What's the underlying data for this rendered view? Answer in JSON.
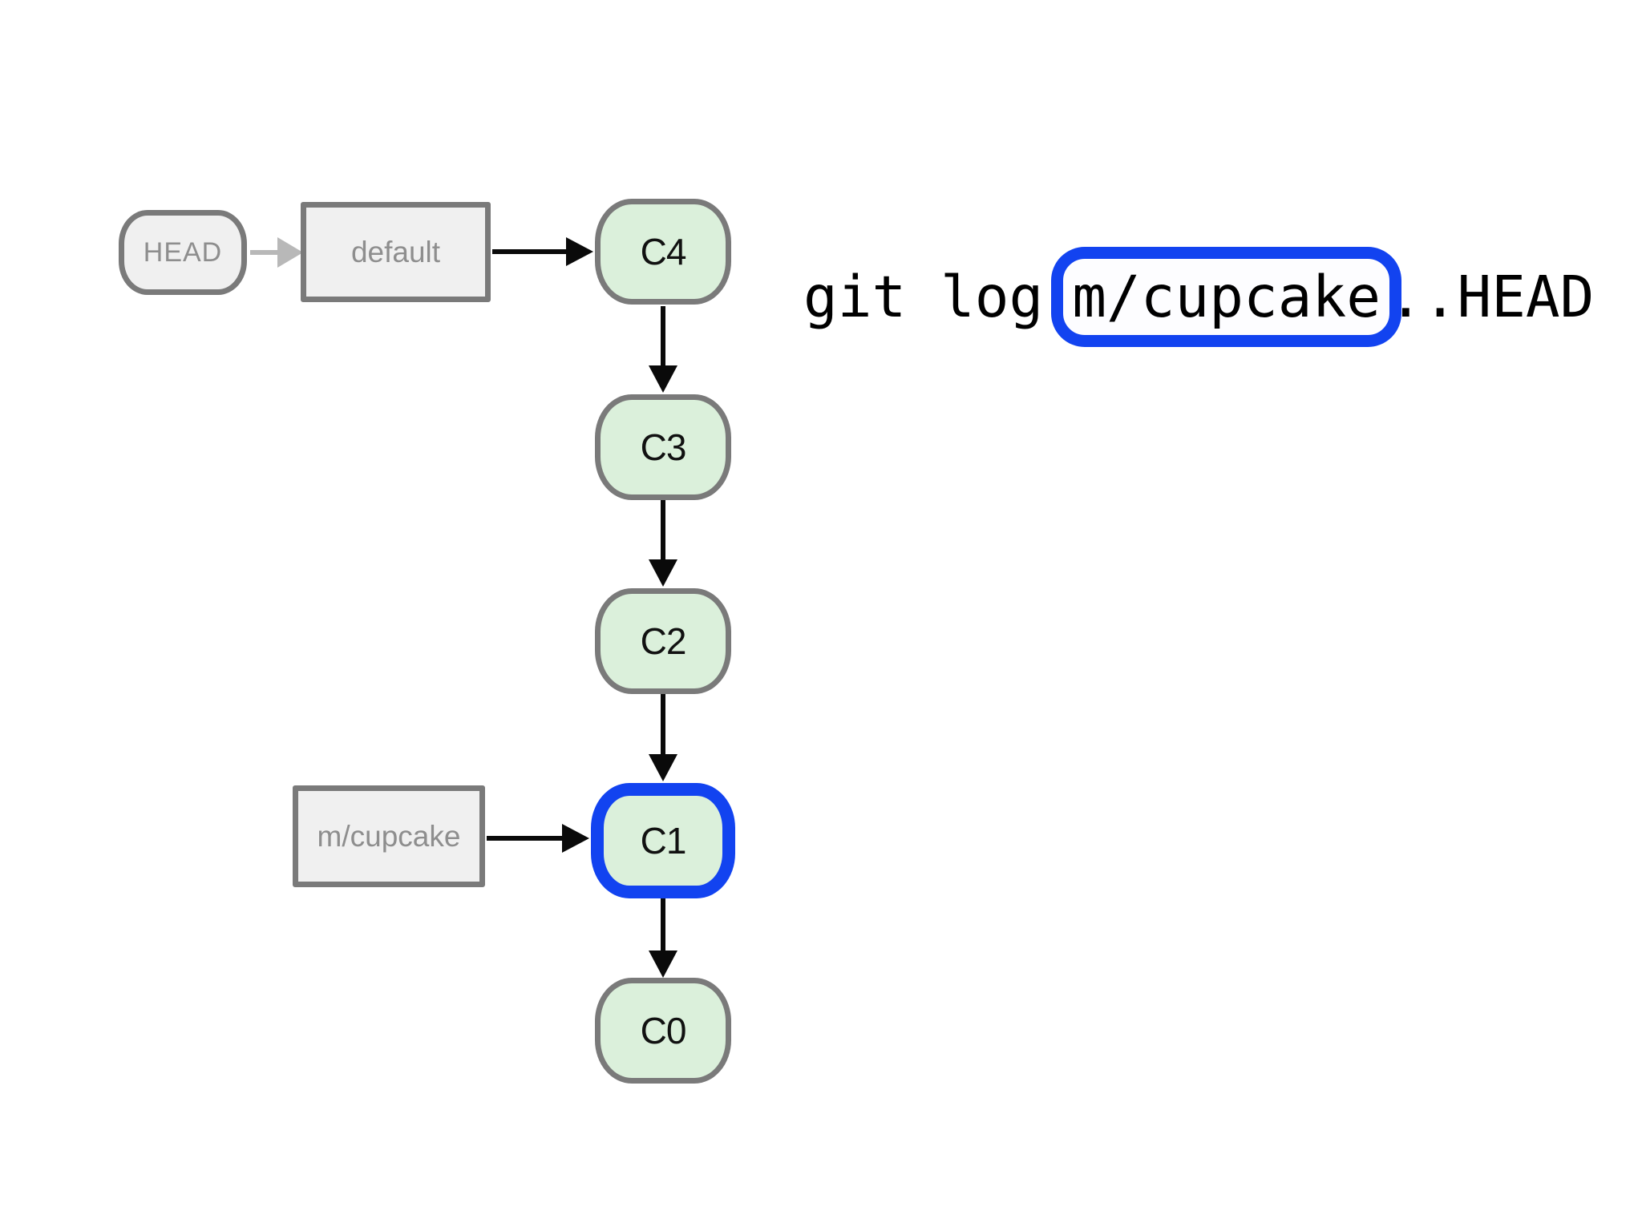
{
  "slide_type": "git-commit-graph",
  "colors": {
    "commit_fill": "#dbf0db",
    "commit_border": "#7a7a7a",
    "ref_fill": "#f0f0f0",
    "ref_border": "#7a7a7a",
    "ref_text": "#8e8e8e",
    "highlight_blue": "#1243f0",
    "arrow_black": "#0a0a0a",
    "arrow_grey": "#b8b8b8"
  },
  "graph": {
    "commits": [
      {
        "id": "C4",
        "label": "C4",
        "highlighted": false
      },
      {
        "id": "C3",
        "label": "C3",
        "highlighted": false
      },
      {
        "id": "C2",
        "label": "C2",
        "highlighted": false
      },
      {
        "id": "C1",
        "label": "C1",
        "highlighted": true
      },
      {
        "id": "C0",
        "label": "C0",
        "highlighted": false
      }
    ],
    "edges": [
      "C4->C3",
      "C3->C2",
      "C2->C1",
      "C1->C0"
    ],
    "refs": [
      {
        "id": "head",
        "label": "HEAD",
        "shape": "pill",
        "points_to": "default",
        "dimmed": true
      },
      {
        "id": "default",
        "label": "default",
        "shape": "rect",
        "points_to": "C4",
        "dimmed": true
      },
      {
        "id": "m-cupcake",
        "label": "m/cupcake",
        "shape": "rect",
        "points_to": "C1",
        "dimmed": true
      }
    ]
  },
  "command": {
    "prefix": "git log",
    "highlighted_arg": "m/cupcake",
    "suffix": "..HEAD",
    "full": "git log m/cupcake..HEAD"
  }
}
